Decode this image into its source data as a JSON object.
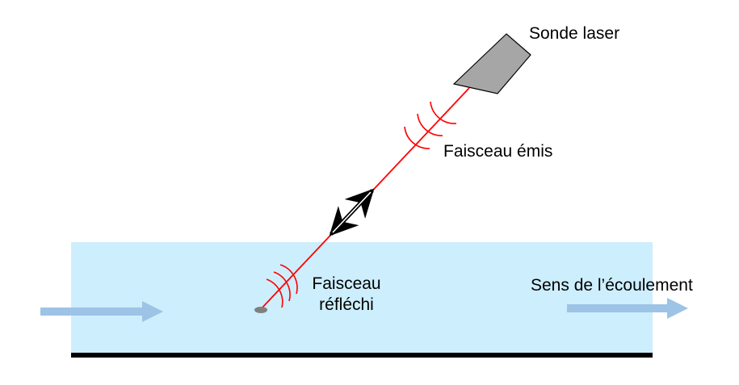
{
  "labels": {
    "probe": "Sonde laser",
    "emitted_beam": "Faisceau émis",
    "reflected_beam_line1": "Faisceau",
    "reflected_beam_line2": "réfléchi",
    "flow_direction": "Sens de l’écoulement"
  },
  "colors": {
    "water": "#cdeefc",
    "bed": "#000000",
    "laser": "#ff0000",
    "probe": "#a6a6a6",
    "flow_arrow": "#9dc3e6",
    "particle": "#808080"
  },
  "icons": {
    "probe": "laser-probe-shape",
    "waves": "wave-arc-icon",
    "double_arrow": "double-headed-arrow-icon",
    "flow": "right-arrow-icon"
  }
}
